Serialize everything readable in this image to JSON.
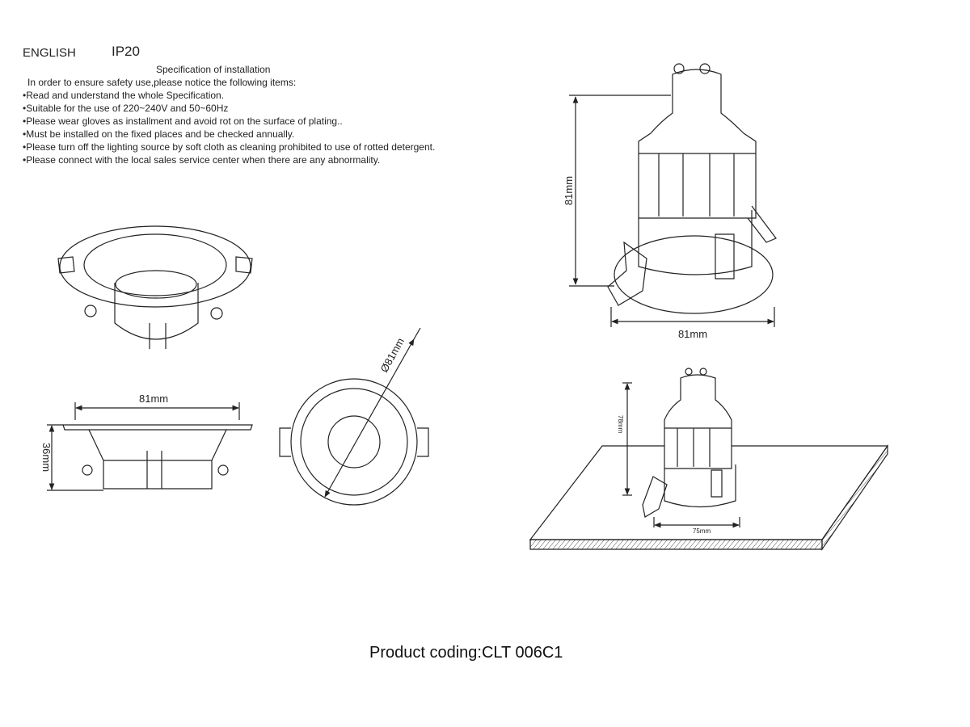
{
  "header": {
    "language": "ENGLISH",
    "ip_rating": "IP20"
  },
  "spec": {
    "title": "Specification of installation",
    "intro": "In order to ensure safety use,please notice the following items:",
    "items": [
      "•Read and understand the whole Specification.",
      "•Suitable for the use of 220~240V and 50~60Hz",
      "•Please wear gloves as installment and avoid rot on the surface of plating..",
      "•Must be installed on the fixed places and be checked annually.",
      "•Please turn off the lighting source by soft cloth as cleaning prohibited to use of rotted detergent.",
      "•Please connect with the local sales service center when there are any abnormality."
    ]
  },
  "dimensions": {
    "side_width": "81mm",
    "side_height": "36mm",
    "top_diameter": "Ø81mm",
    "lamp_height": "81mm",
    "lamp_width": "81mm",
    "install_height": "78mm",
    "install_cutout": "75mm"
  },
  "footer": {
    "product_coding": "Product coding:CLT 006C1"
  }
}
